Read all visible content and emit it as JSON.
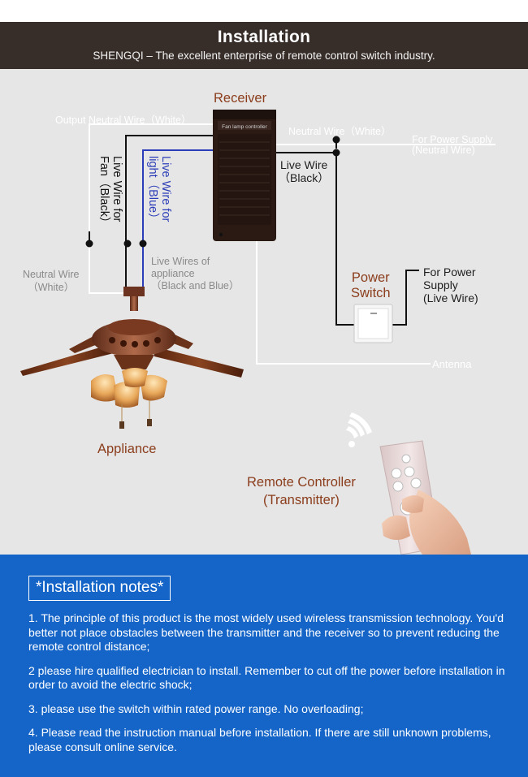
{
  "header": {
    "title": "Installation",
    "subtitle": "SHENGQI – The excellent enterprise of remote control switch  industry."
  },
  "diagram": {
    "receiver_label": "Receiver",
    "receiver_screen_text": "Fan lamp controller",
    "output_neutral": "Output Neutral Wire（White）",
    "neutral_wire_top": "Neutral Wire（White）",
    "for_power_supply_neutral_1": "For Power Supply",
    "for_power_supply_neutral_2": "(Neutral Wire)",
    "live_wire_black_1": "Live Wire",
    "live_wire_black_2": "（Black）",
    "live_wire_fan_1": "Live Wire for",
    "live_wire_fan_2": "Fan（Black）",
    "live_wire_light_1": "Live Wire for",
    "live_wire_light_2": "light（Blue）",
    "neutral_wire_left_1": "Neutral Wire",
    "neutral_wire_left_2": "（White）",
    "live_wires_appliance_1": "Live Wires of",
    "live_wires_appliance_2": "appliance",
    "live_wires_appliance_3": "（Black and Blue）",
    "power_switch_1": "Power",
    "power_switch_2": "Switch",
    "for_power_supply_live_1": "For Power",
    "for_power_supply_live_2": "Supply",
    "for_power_supply_live_3": "(Live Wire)",
    "antenna": "Antenna",
    "appliance": "Appliance",
    "remote_1": "Remote Controller",
    "remote_2": "(Transmitter)"
  },
  "notes": {
    "title": "*Installation notes*",
    "items": [
      "1. The principle of this product is the most widely used wireless transmission technology. You'd better not  place obstacles between the transmitter and the receiver so to prevent reducing the remote control distance;",
      "2 please hire qualified electrician to install. Remember to cut off the power before installation in order to avoid the electric shock;",
      "3. please use the switch within rated power range. No overloading;",
      "4. Please read the instruction manual before installation.  If there are still unknown problems, please consult online service."
    ]
  },
  "colors": {
    "header_bg": "#372e2a",
    "diagram_bg": "#e6e6e6",
    "notes_bg": "#1565c8",
    "brown_label": "#8b3d1c",
    "live_blue": "#2b3db8",
    "wire_black": "#111111",
    "wire_white": "#ffffff"
  }
}
